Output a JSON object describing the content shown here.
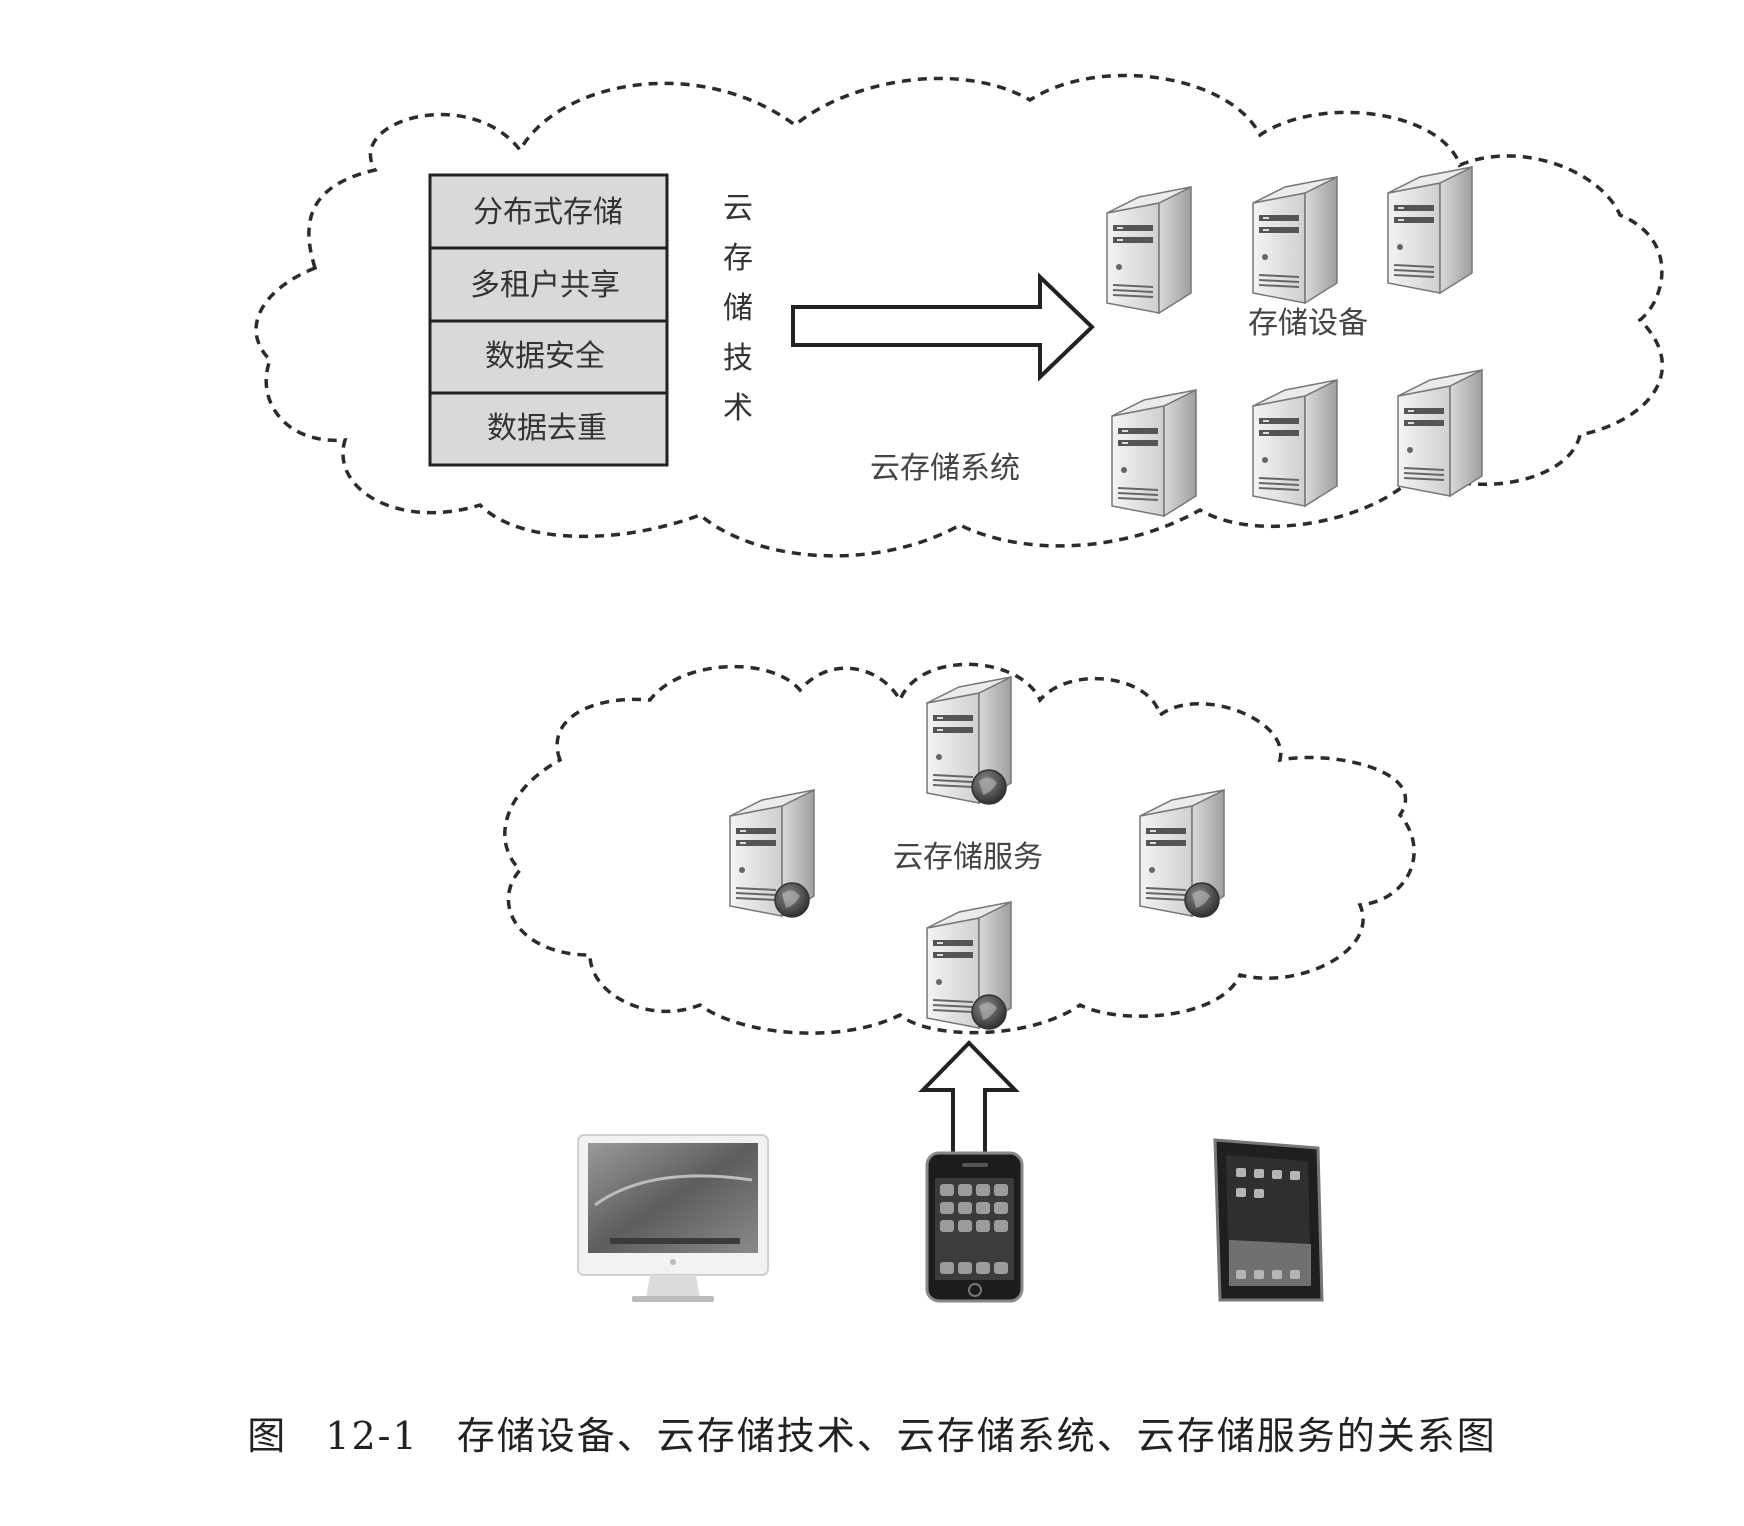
{
  "tech_list": {
    "items": [
      "分布式存储",
      "多租户共享",
      "数据安全",
      "数据去重"
    ]
  },
  "labels": {
    "cloud_storage_tech_chars": [
      "云",
      "存",
      "储",
      "技",
      "术"
    ],
    "storage_devices": "存储设备",
    "cloud_storage_system": "云存储系统",
    "cloud_storage_service": "云存储服务"
  },
  "caption": {
    "figure": "图",
    "number": "12-1",
    "text": "存储设备、云存储技术、云存储系统、云存储服务的关系图"
  },
  "icons": {
    "server": "server-icon",
    "server_globe": "server-globe-icon",
    "desktop": "desktop-computer-icon",
    "phone": "smartphone-icon",
    "tablet": "tablet-icon"
  }
}
